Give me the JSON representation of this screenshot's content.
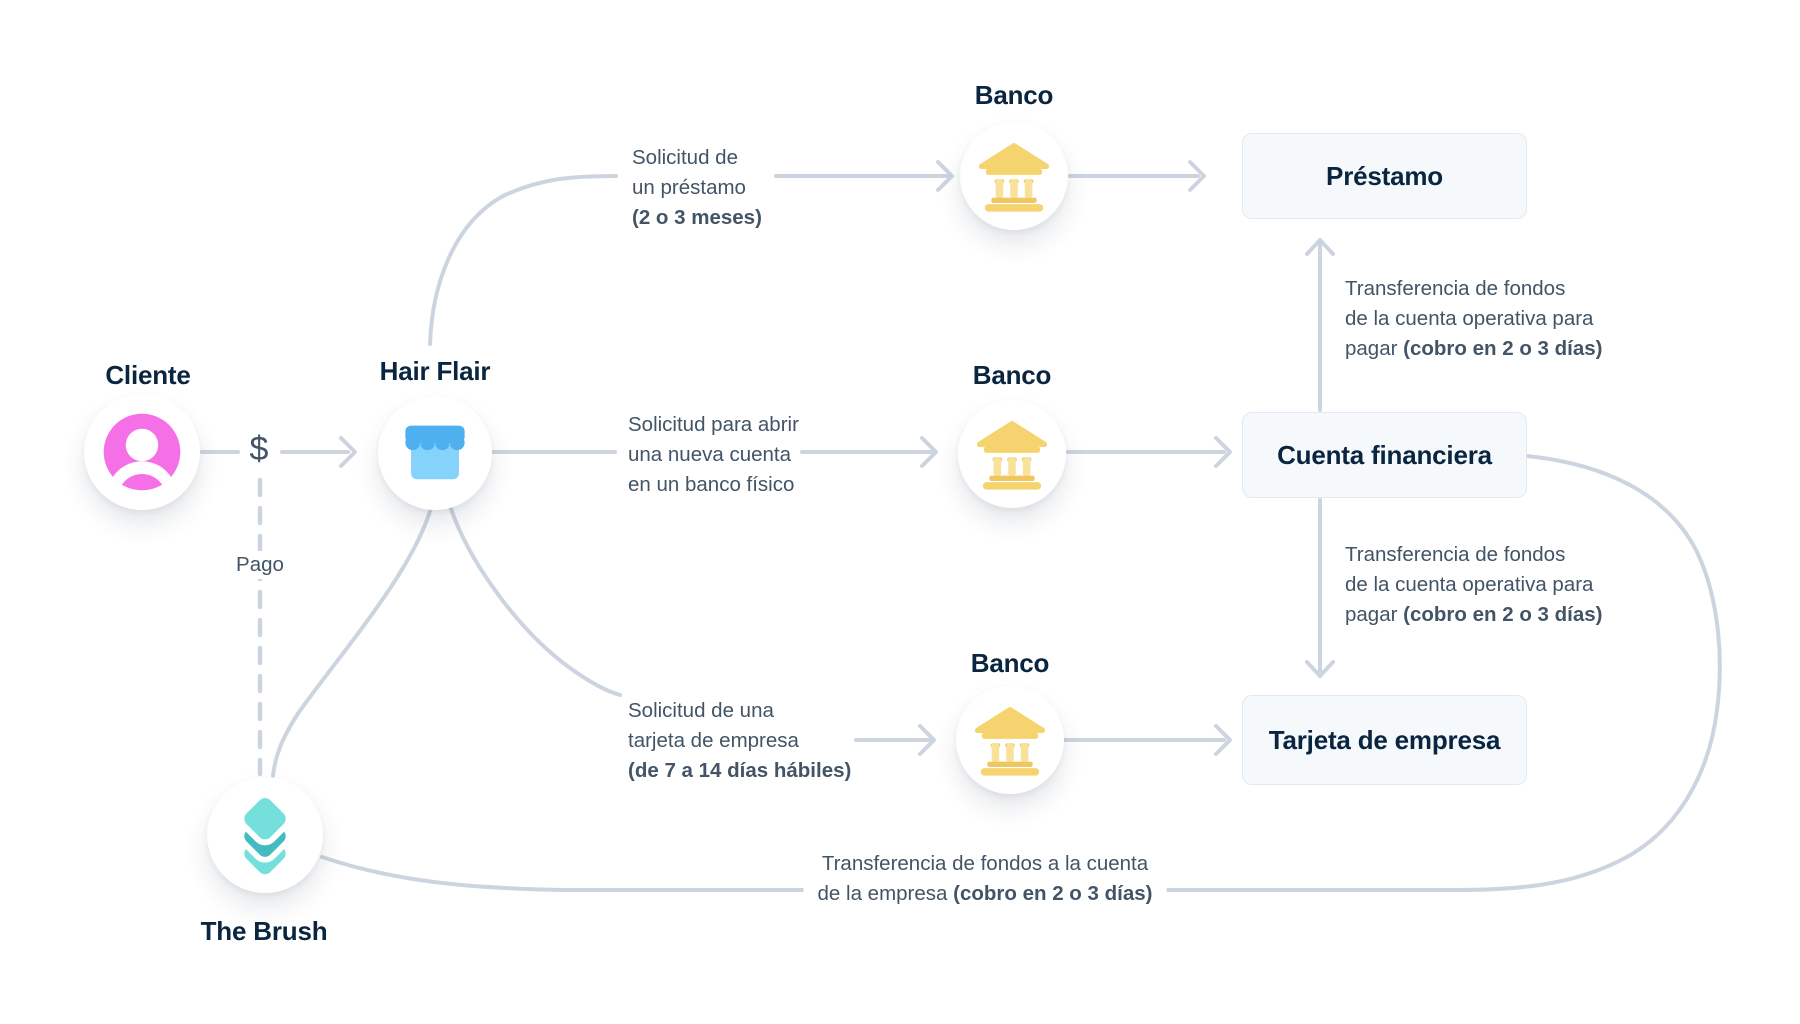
{
  "nodes": {
    "cliente": "Cliente",
    "hair_flair": "Hair Flair",
    "banco_top": "Banco",
    "banco_middle": "Banco",
    "banco_bottom": "Banco",
    "the_brush": "The Brush"
  },
  "boxes": {
    "prestamo": "Préstamo",
    "cuenta_financiera": "Cuenta financiera",
    "tarjeta_empresa": "Tarjeta de empresa"
  },
  "edge_labels": {
    "dollar": "$",
    "pago": "Pago",
    "loan_request": {
      "l1": "Solicitud de",
      "l2": "un préstamo",
      "l3_bold": "(2 o 3 meses)"
    },
    "account_request": {
      "l1": "Solicitud para abrir",
      "l2": "una nueva cuenta",
      "l3": "en un banco físico"
    },
    "card_request": {
      "l1": "Solicitud de una",
      "l2": "tarjeta de empresa",
      "l3_bold": "(de 7 a 14 días hábiles)"
    },
    "transfer_to_loan": {
      "l1": "Transferencia de fondos",
      "l2": "de la cuenta operativa para",
      "l3": "pagar ",
      "l3_bold": "(cobro en 2 o 3 días)"
    },
    "transfer_to_card": {
      "l1": "Transferencia de fondos",
      "l2": "de la cuenta operativa para",
      "l3": "pagar ",
      "l3_bold": "(cobro en 2 o 3 días)"
    },
    "transfer_to_account": {
      "l1": "Transferencia de fondos a la cuenta",
      "l2": "de la empresa ",
      "l2_bold": "(cobro en 2 o 3 días)"
    }
  },
  "icons": {
    "cliente": "person-icon",
    "hair_flair": "storefront-icon",
    "banco": "bank-icon",
    "the_brush": "layers-icon"
  },
  "colors": {
    "text_primary": "#0A2540",
    "text_secondary": "#425466",
    "line": "#CCD5DF",
    "box_bg": "#F6F9FC",
    "box_border": "#E3E9F2",
    "pink": "#F56FE6",
    "blue_dark": "#4FB0F0",
    "blue_light": "#85D2FA",
    "yellow": "#F5D470",
    "yellow_light": "#F8E29A",
    "yellow_dark": "#EFC75E",
    "teal_light": "#74DFDB",
    "teal_dark": "#43BCC1"
  }
}
